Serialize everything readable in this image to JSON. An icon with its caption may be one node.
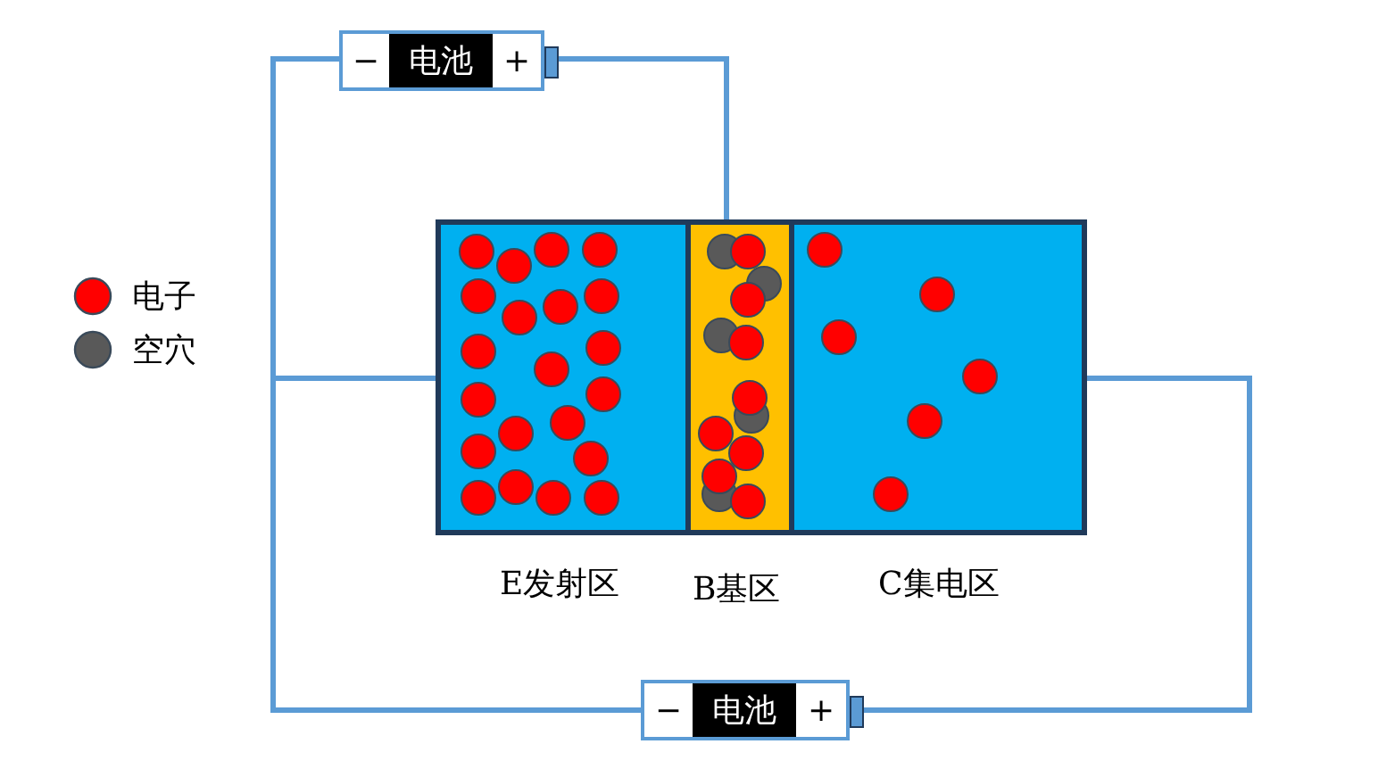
{
  "diagram": {
    "nodes": [
      {
        "text": [
          "−",
          "电池",
          "+"
        ]
      },
      {
        "text": [
          "−",
          "电池",
          "+"
        ]
      },
      {
        "text": [],
        "shape": "box",
        "beside": [
          "E发射区"
        ]
      },
      {
        "text": [],
        "shape": "box",
        "beside": [
          "B基区"
        ]
      },
      {
        "text": [],
        "shape": "box",
        "beside": [
          "C集电区"
        ]
      }
    ],
    "edges": [
      {
        "from": 0,
        "to": 2,
        "arrow": "none"
      },
      {
        "from": 1,
        "to": 2,
        "arrow": "none"
      },
      {
        "from": 0,
        "to": 3,
        "arrow": "none"
      },
      {
        "from": 1,
        "to": 4,
        "arrow": "none"
      }
    ],
    "legend": [
      {
        "text": "电子",
        "color": "#ff0000"
      },
      {
        "text": "空穴",
        "color": "#595959"
      }
    ]
  }
}
